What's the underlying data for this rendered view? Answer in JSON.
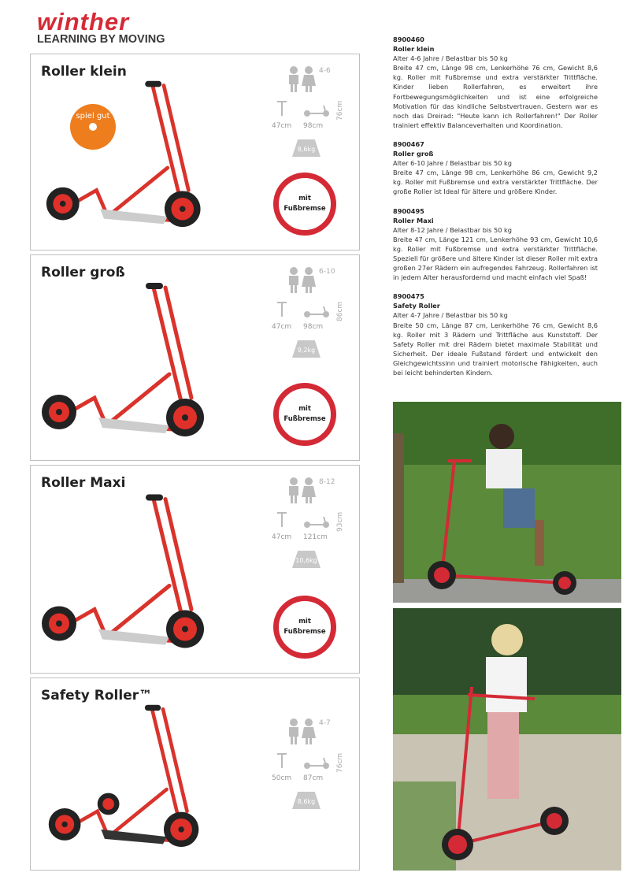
{
  "logo": {
    "brand": "winther",
    "tagline": "LEARNING BY MOVING"
  },
  "badge": {
    "text": "spiel gut"
  },
  "brake_label": {
    "line1": "mit",
    "line2": "Fußbremse"
  },
  "colors": {
    "brand_red": "#d42a36",
    "badge_orange": "#ee7d1e",
    "icon_gray": "#aaaaaa"
  },
  "products": [
    {
      "title": "Roller klein",
      "age": "4-6",
      "width": "47cm",
      "length": "98cm",
      "height": "76cm",
      "weight": "8,6kg",
      "brake": true,
      "wheels": 2
    },
    {
      "title": "Roller groß",
      "age": "6-10",
      "width": "47cm",
      "length": "98cm",
      "height": "86cm",
      "weight": "9,2kg",
      "brake": true,
      "wheels": 2
    },
    {
      "title": "Roller Maxi",
      "age": "8-12",
      "width": "47cm",
      "length": "121cm",
      "height": "93cm",
      "weight": "10,6kg",
      "brake": true,
      "wheels": 2
    },
    {
      "title": "Safety Roller™",
      "age": "4-7",
      "width": "50cm",
      "length": "87cm",
      "height": "76cm",
      "weight": "8,6kg",
      "brake": false,
      "wheels": 3
    }
  ],
  "descriptions": [
    {
      "code": "8900460",
      "name": "Roller klein",
      "text": "Alter 4-6 Jahre / Belastbar bis 50 kg\nBreite 47 cm, Länge 98 cm, Lenkerhöhe 76 cm, Gewicht 8,6 kg. Roller mit Fußbremse und extra verstärkter Trittfläche. Kinder lieben Rollerfahren, es erweitert ihre Fortbewegungsmöglichkeiten und ist eine erfolgreiche Motivation für das kindliche Selbstvertrauen. Gestern war es noch das Dreirad: \"Heute kann ich Rollerfahren!\" Der Roller trainiert effektiv Balanceverhalten und Koordination."
    },
    {
      "code": "8900467",
      "name": "Roller groß",
      "text": "Alter 6-10 Jahre / Belastbar bis 50 kg\nBreite 47 cm, Länge 98 cm, Lenkerhöhe 86 cm, Gewicht 9,2 kg. Roller mit Fußbremse und extra verstärkter Trittfläche. Der große Roller ist Ideal für ältere und größere Kinder."
    },
    {
      "code": "8900495",
      "name": "Roller Maxi",
      "text": "Alter 8-12 Jahre / Belastbar bis 50 kg\nBreite 47 cm, Länge 121 cm, Lenkerhöhe 93 cm, Gewicht 10,6 kg. Roller mit Fußbremse und extra verstärkter Trittfläche. Speziell für größere und ältere Kinder ist dieser Roller mit extra großen 27er Rädern ein aufregendes Fahrzeug. Rollerfahren ist in jedem Alter herausfordernd und macht einfach viel Spaß!"
    },
    {
      "code": "8900475",
      "name": "Safety Roller",
      "text": "Alter 4-7 Jahre / Belastbar bis 50 kg\nBreite 50 cm, Länge 87 cm, Lenkerhöhe 76 cm, Gewicht 8,6 kg. Roller mit 3 Rädern und Trittfläche aus Kunststoff. Der Safety Roller mit drei Rädern bietet maximale Stabilität und Sicherheit. Der ideale Fußstand fördert und entwickelt den Gleichgewichtssinn und trainiert motorische Fähigkeiten, auch bei leicht behinderten Kindern."
    }
  ]
}
